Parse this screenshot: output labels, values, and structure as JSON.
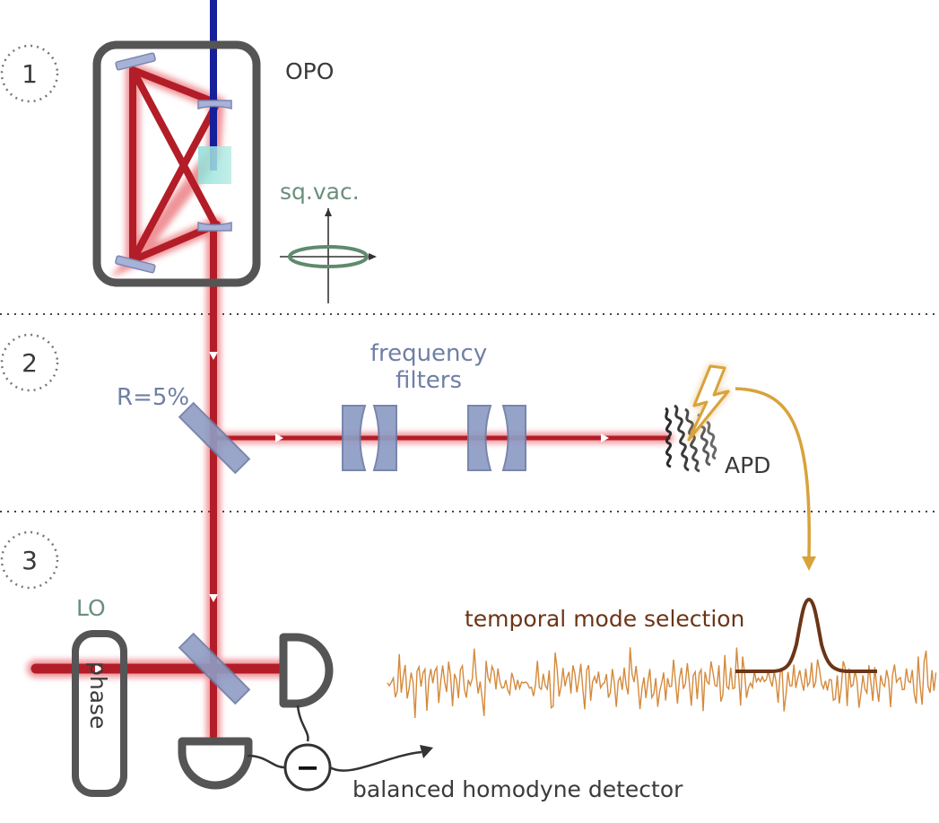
{
  "sections": [
    {
      "number": "1"
    },
    {
      "number": "2"
    },
    {
      "number": "3"
    }
  ],
  "labels": {
    "opo": "OPO",
    "squeezed_vacuum": "sq.vac.",
    "reflectivity": "R=5%",
    "filters_line1": "frequency",
    "filters_line2": "filters",
    "apd": "APD",
    "local_oscillator": "LO",
    "phase": "phase",
    "temporal_mode": "temporal mode selection",
    "detector": "balanced homodyne detector",
    "minus_sign": "−"
  },
  "colors": {
    "beam_red": "#b31d27",
    "pump_blue": "#16209a",
    "frame_gray": "#555555",
    "optic_fill": "#8e9cc4",
    "signal_orange": "#d48a3c",
    "mode_brown": "#6b3516",
    "trigger_gold": "#d9a23a",
    "squeeze_green": "#5f8a6e"
  },
  "icons": [
    "lightning-icon"
  ]
}
